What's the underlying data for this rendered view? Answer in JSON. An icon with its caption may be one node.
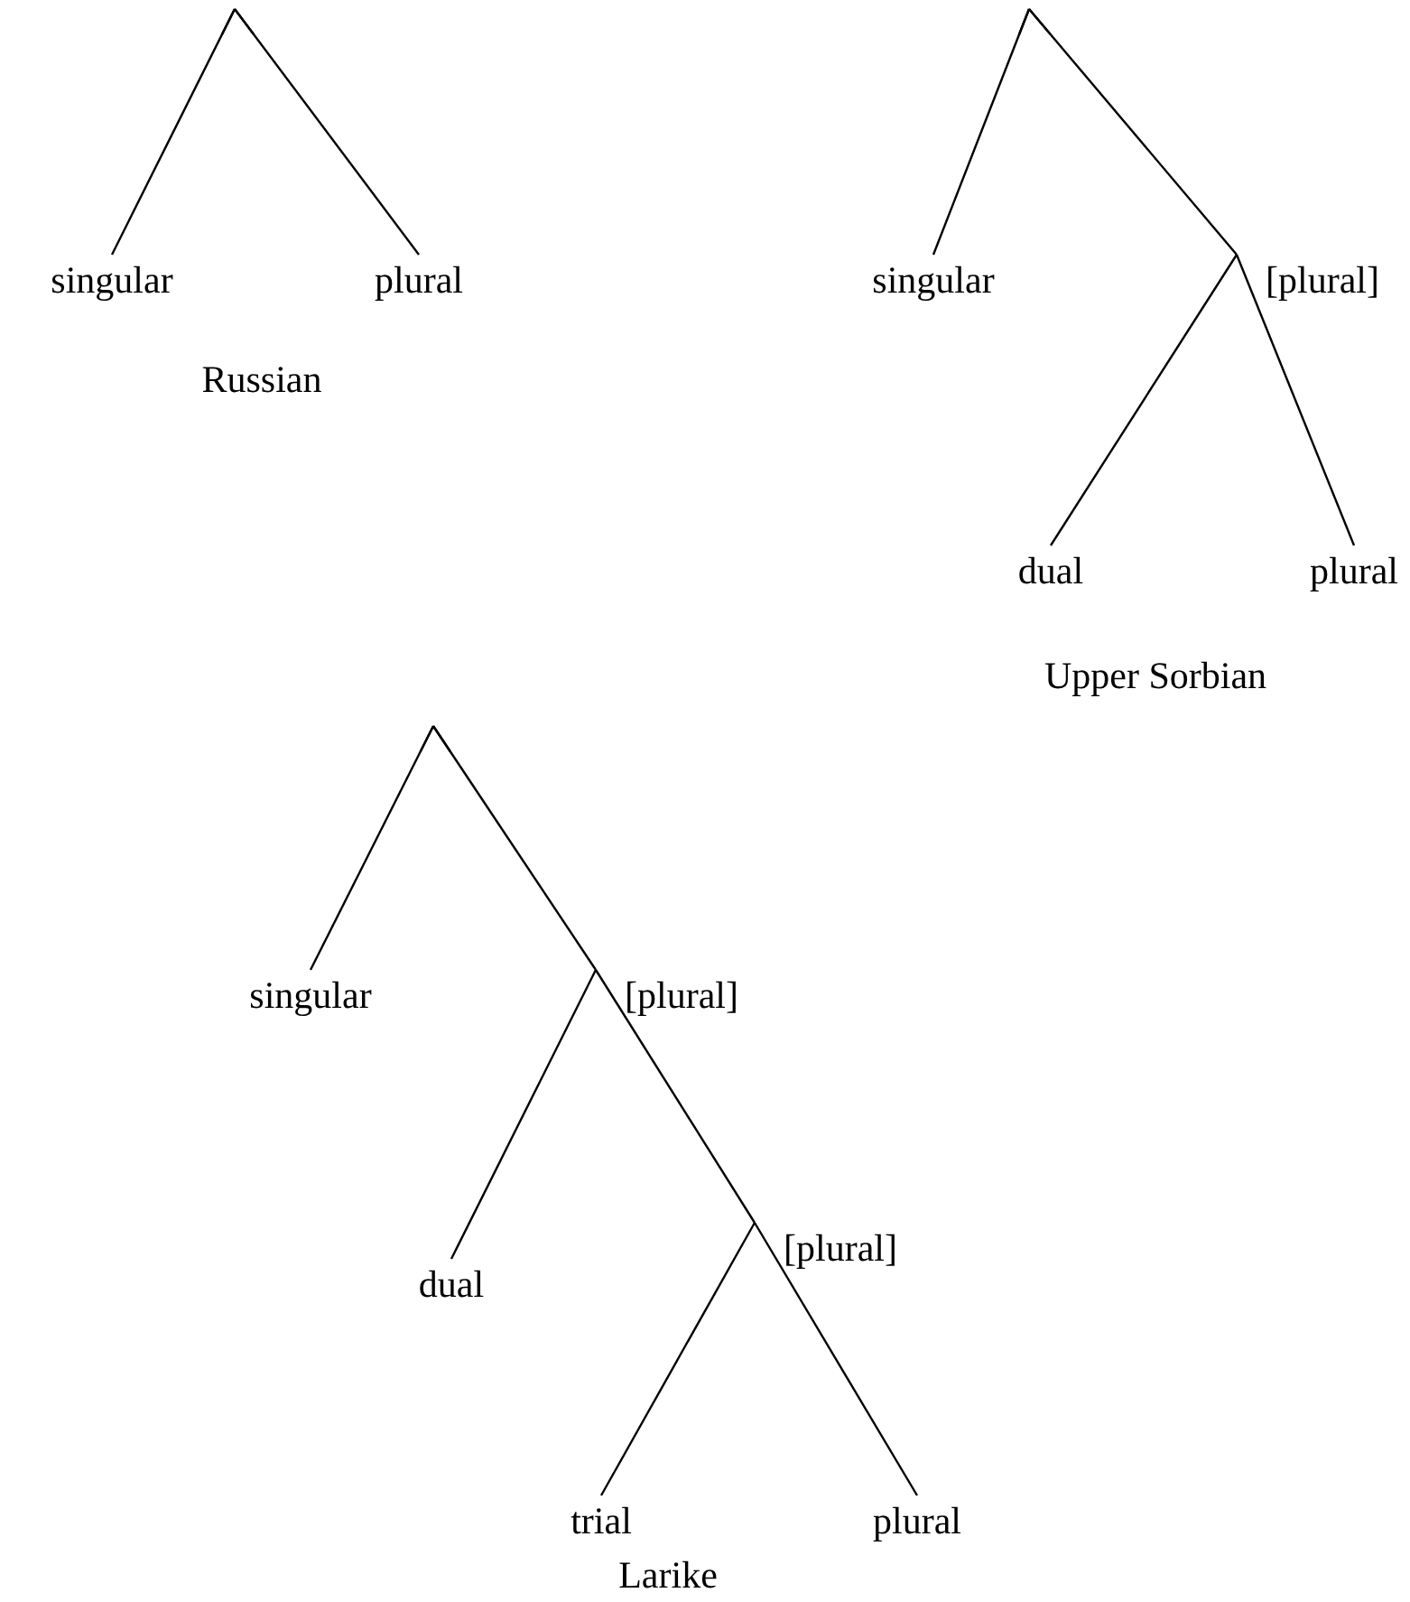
{
  "diagram": {
    "nodes": [
      {
        "text": [],
        "shape": "point"
      },
      {
        "text": [
          "singular"
        ]
      },
      {
        "text": [
          "plural"
        ]
      },
      {
        "text": [],
        "shape": "point"
      },
      {
        "text": [
          "singular"
        ]
      },
      {
        "text": [
          "[plural]"
        ]
      },
      {
        "text": [
          "dual"
        ]
      },
      {
        "text": [
          "plural"
        ]
      },
      {
        "text": [],
        "shape": "point"
      },
      {
        "text": [
          "singular"
        ]
      },
      {
        "text": [
          "[plural]"
        ]
      },
      {
        "text": [
          "dual"
        ]
      },
      {
        "text": [
          "[plural]"
        ]
      },
      {
        "text": [
          "trial"
        ]
      },
      {
        "text": [
          "plural"
        ]
      }
    ],
    "edges": [
      {
        "from": 0,
        "to": 1,
        "arrow": "none"
      },
      {
        "from": 0,
        "to": 2,
        "arrow": "none"
      },
      {
        "from": 3,
        "to": 4,
        "arrow": "none"
      },
      {
        "from": 3,
        "to": 5,
        "arrow": "none"
      },
      {
        "from": 5,
        "to": 6,
        "arrow": "none"
      },
      {
        "from": 5,
        "to": 7,
        "arrow": "none"
      },
      {
        "from": 8,
        "to": 9,
        "arrow": "none"
      },
      {
        "from": 8,
        "to": 10,
        "arrow": "none"
      },
      {
        "from": 10,
        "to": 11,
        "arrow": "none"
      },
      {
        "from": 10,
        "to": 12,
        "arrow": "none"
      },
      {
        "from": 12,
        "to": 13,
        "arrow": "none"
      },
      {
        "from": 12,
        "to": 14,
        "arrow": "none"
      }
    ],
    "labels": [
      "Russian",
      "Upper Sorbian",
      "Larike"
    ]
  }
}
